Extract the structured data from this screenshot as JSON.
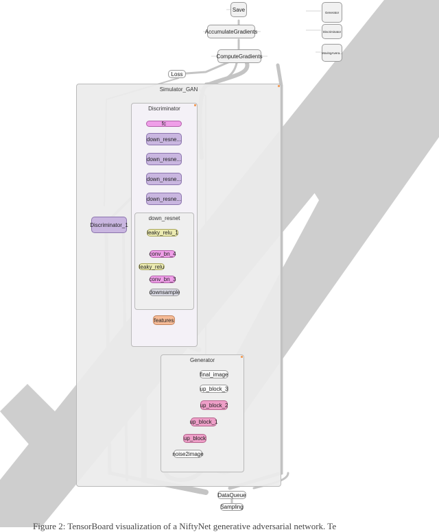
{
  "graph": {
    "top": {
      "save": "Save",
      "accumulate": "AccumulateGradients",
      "compute": "ComputeGradients",
      "loss": "Loss"
    },
    "side": {
      "generator": "Generator",
      "discriminator": "Discriminator",
      "moving_avg": "MovingAvera..."
    },
    "simulator": {
      "title": "Simulator_GAN",
      "discriminator_1": "Discriminator_1"
    },
    "discriminator": {
      "title": "Discriminator",
      "fc": "fc",
      "blocks": [
        "down_resne...",
        "down_resne...",
        "down_resne...",
        "down_resne..."
      ],
      "features": "features"
    },
    "down_resnet": {
      "title": "down_resnet",
      "leaky_relu_1": "leaky_relu_1",
      "conv_bn_4": "conv_bn_4",
      "leaky_relu": "leaky_relu",
      "conv_bn_3": "conv_bn_3",
      "downsample": "downsample"
    },
    "generator": {
      "title": "Generator",
      "final_image": "final_image",
      "up_block_3": "up_block_3",
      "up_block_2": "up_block_2",
      "up_block_1": "up_block_1",
      "up_block": "up_block",
      "noise2image": "noise2image"
    },
    "bottom": {
      "data_queue": "DataQueue",
      "sampling": "Sampling"
    }
  },
  "caption": "Figure 2: TensorBoard visualization of a NiftyNet generative adversarial network. Te"
}
